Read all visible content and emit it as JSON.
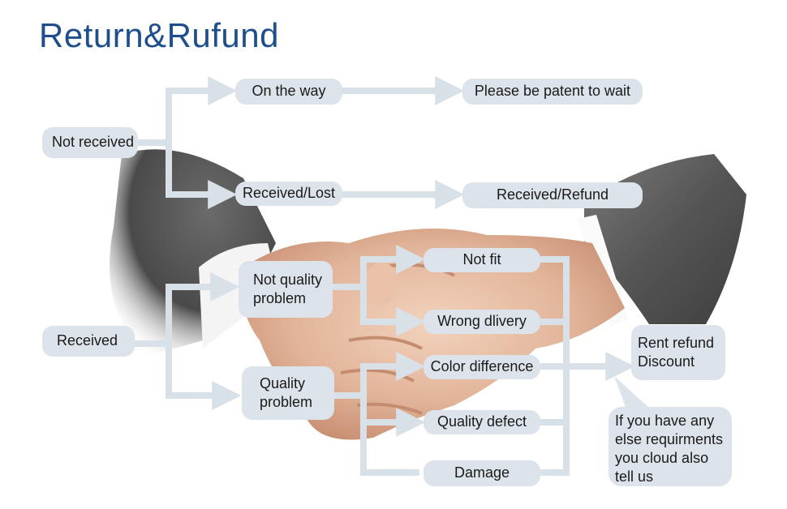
{
  "title": "Return&Rufund",
  "colors": {
    "title": "#1f4e8c",
    "node_fill": "#dde3ea",
    "connector": "#d9e1e8"
  },
  "nodes": {
    "not_received": "Not received",
    "on_the_way": "On the way",
    "please_wait": "Please be patent to wait",
    "received_lost": "Received/Lost",
    "received_refund": "Received/Refund",
    "received": "Received",
    "not_quality_problem": "Not quality\nproblem",
    "quality_problem": "Quality\nproblem",
    "not_fit": "Not fit",
    "wrong_delivery": "Wrong dlivery",
    "color_difference": "Color difference",
    "quality_defect": "Quality defect",
    "damage": "Damage",
    "rent_refund": "Rent refund\nDiscount",
    "callout": "If you have any\nelse requirments\nyou cloud also\n tell us"
  },
  "background": {
    "image": "handshake-illustration"
  }
}
